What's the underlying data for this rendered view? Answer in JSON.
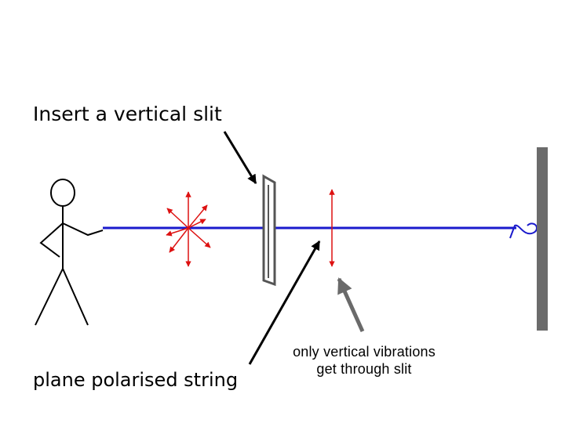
{
  "labels": {
    "insert_slit": "Insert a vertical slit",
    "plane_polarised": "plane polarised string",
    "note_line1": "only vertical vibrations",
    "note_line2": "get through slit"
  },
  "colors": {
    "string": "#1a1acc",
    "vibration_arrows": "#dd1111",
    "wall": "#6b6b6b",
    "slit": "#555555",
    "pointer_gray": "#6a6a6a",
    "pointer_black": "#000000"
  },
  "icons": {
    "person": "stick-figure-icon",
    "unpolarised": "multi-direction-arrows-icon",
    "polarised": "vertical-double-arrow-icon"
  }
}
